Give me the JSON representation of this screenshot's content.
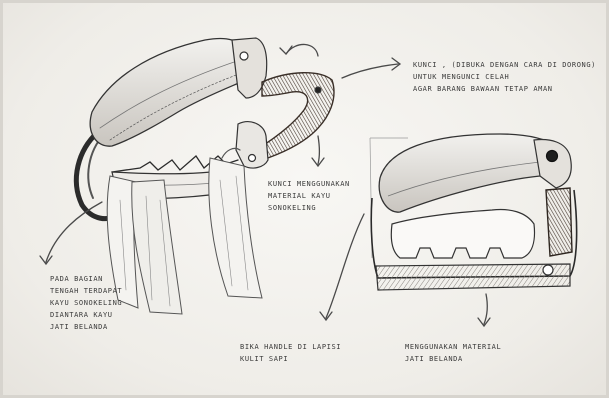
{
  "annotations": {
    "key_latch": {
      "lines": [
        "KUNCI , (DIBUKA DENGAN CARA DI DORONG)",
        "UNTUK MENGUNCI CELAH",
        "AGAR BARANG BAWAAN TETAP AMAN"
      ]
    },
    "sonokeling_key": {
      "lines": [
        "KUNCI MENGGUNAKAN",
        "MATERIAL KAYU",
        "SONOKELING"
      ]
    },
    "middle_part": {
      "lines": [
        "PADA BAGIAN",
        "TENGAH TERDAPAT",
        "KAYU SONOKELING",
        "DIANTARA KAYU",
        "JATI BELANDA"
      ]
    },
    "leather_handle": {
      "lines": [
        "BIKA HANDLE DI LAPISI",
        "KULIT SAPI"
      ]
    },
    "teak_material": {
      "lines": [
        "MENGGUNAKAN MATERIAL",
        "JATI BELANDA"
      ]
    }
  },
  "colors": {
    "paper": "#f4f2ee",
    "pencil": "#3a3a3a",
    "dark_wood": "#6b5a4e",
    "light_shade": "#d9d6d0"
  }
}
